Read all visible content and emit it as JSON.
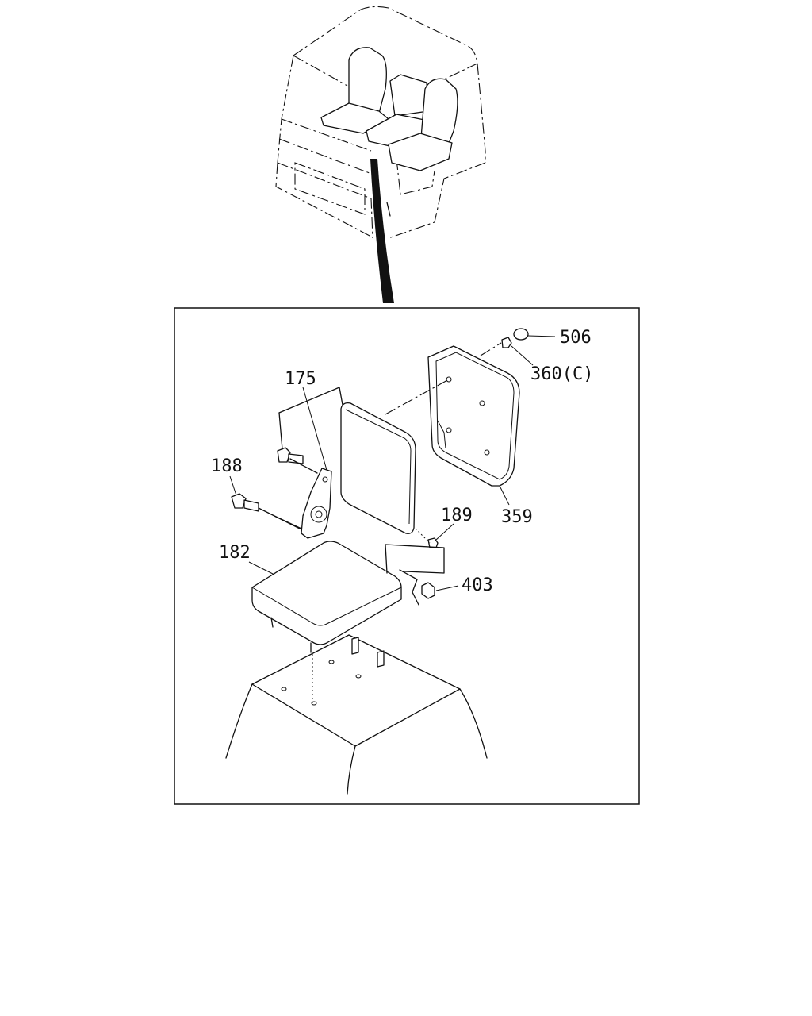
{
  "callouts": {
    "p506": "506",
    "p360c": "360(C)",
    "p175": "175",
    "p188": "188",
    "p189": "189",
    "p359": "359",
    "p182": "182",
    "p403": "403"
  }
}
